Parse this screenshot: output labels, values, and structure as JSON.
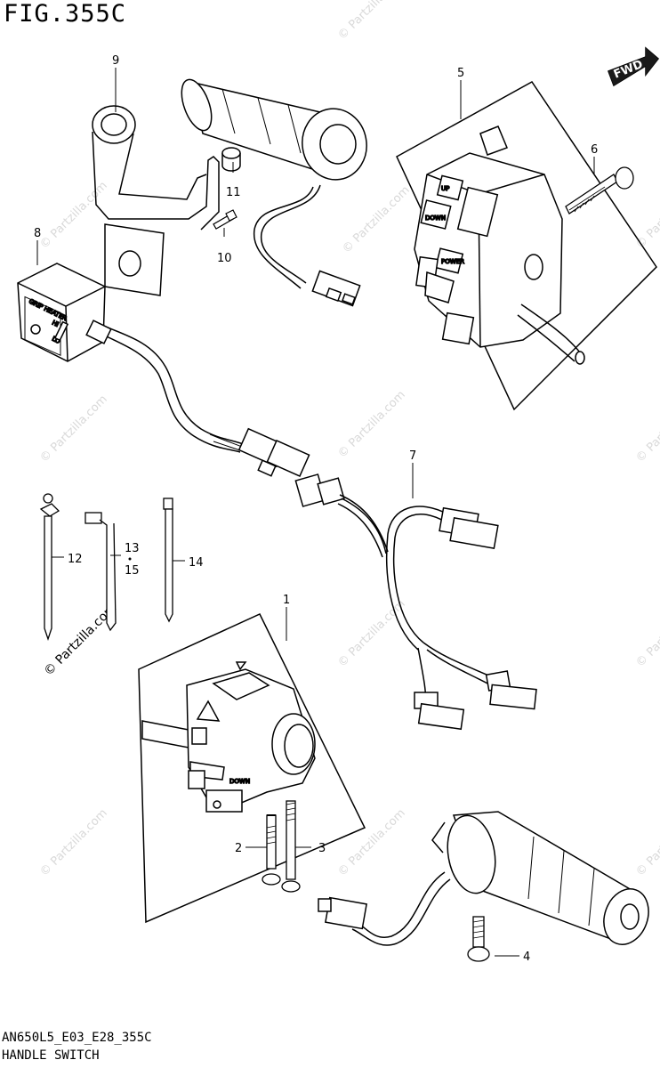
{
  "figure": {
    "title": "FIG.355C",
    "code": "AN650L5_E03_E28_355C",
    "name": "HANDLE SWITCH"
  },
  "fwd_label": "FWD",
  "watermark": {
    "text": "© Partzilla.com"
  },
  "callouts": {
    "p1": "1",
    "p2": "2",
    "p3": "3",
    "p4": "4",
    "p5": "5",
    "p6": "6",
    "p7": "7",
    "p8": "8",
    "p9": "9",
    "p10": "10",
    "p11": "11",
    "p12": "12",
    "p13": "13",
    "p15": "15",
    "p14": "14"
  },
  "switch_labels": {
    "grip_heater": "GRIP HEATER",
    "hi": "HI",
    "lo": "LO",
    "up": "UP",
    "down_right": "DOWN",
    "power": "POWER",
    "down_left": "DOWN"
  }
}
